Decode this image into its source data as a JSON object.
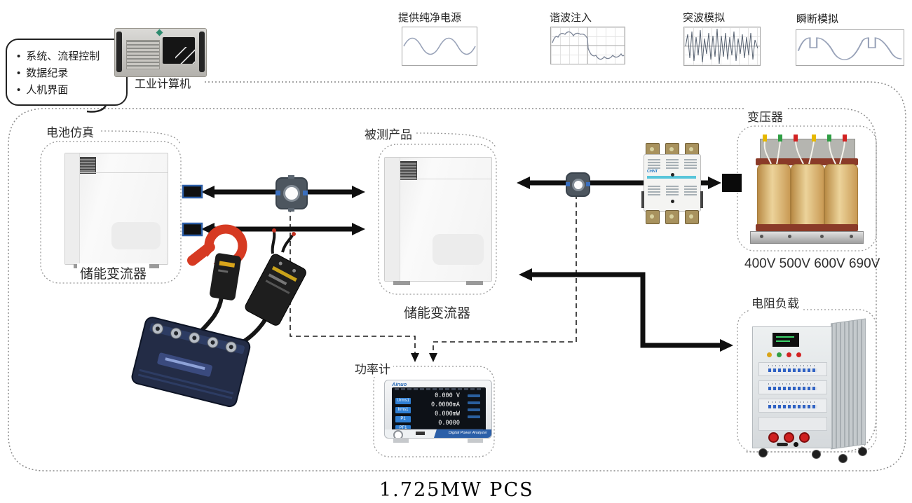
{
  "title": "1.725MW PCS",
  "colors": {
    "arrow": "#0f0f0f",
    "dashed_box": "#999999",
    "connector_blue": "#2d5fa8",
    "clamp_red": "#d63a22",
    "meter_chip_blue": "#2f7fd4",
    "brand_blue": "#2b6cb8",
    "contactor_cyan": "#58c5da"
  },
  "computer": {
    "label": "工业计算机",
    "bullets": [
      "系统、流程控制",
      "数据纪录",
      "人机界面"
    ]
  },
  "waveforms": [
    {
      "label": "提供纯净电源",
      "icon": "sine-wave-icon"
    },
    {
      "label": "谐波注入",
      "icon": "harmonic-wave-icon"
    },
    {
      "label": "突波模拟",
      "icon": "surge-wave-icon"
    },
    {
      "label": "瞬断模拟",
      "icon": "interrupt-wave-icon"
    }
  ],
  "battery_sim": {
    "label": "电池仿真",
    "device": "储能变流器"
  },
  "dut": {
    "label": "被测产品",
    "device": "储能变流器"
  },
  "transformer": {
    "label": "变压器",
    "taps": "400V 500V 600V 690V"
  },
  "contactor": {
    "brand": "CHNT"
  },
  "load": {
    "label": "电阻负载"
  },
  "power_meter": {
    "label": "功率计",
    "brand": "Ainuo",
    "product": "Digital Power Analyzer",
    "readings": [
      {
        "name": "Urms1",
        "value": "0.000 V"
      },
      {
        "name": "Irms1",
        "value": "0.0000mA"
      },
      {
        "name": "P1",
        "value": "0.000mW"
      },
      {
        "name": "PF1",
        "value": "0.0000"
      }
    ]
  }
}
